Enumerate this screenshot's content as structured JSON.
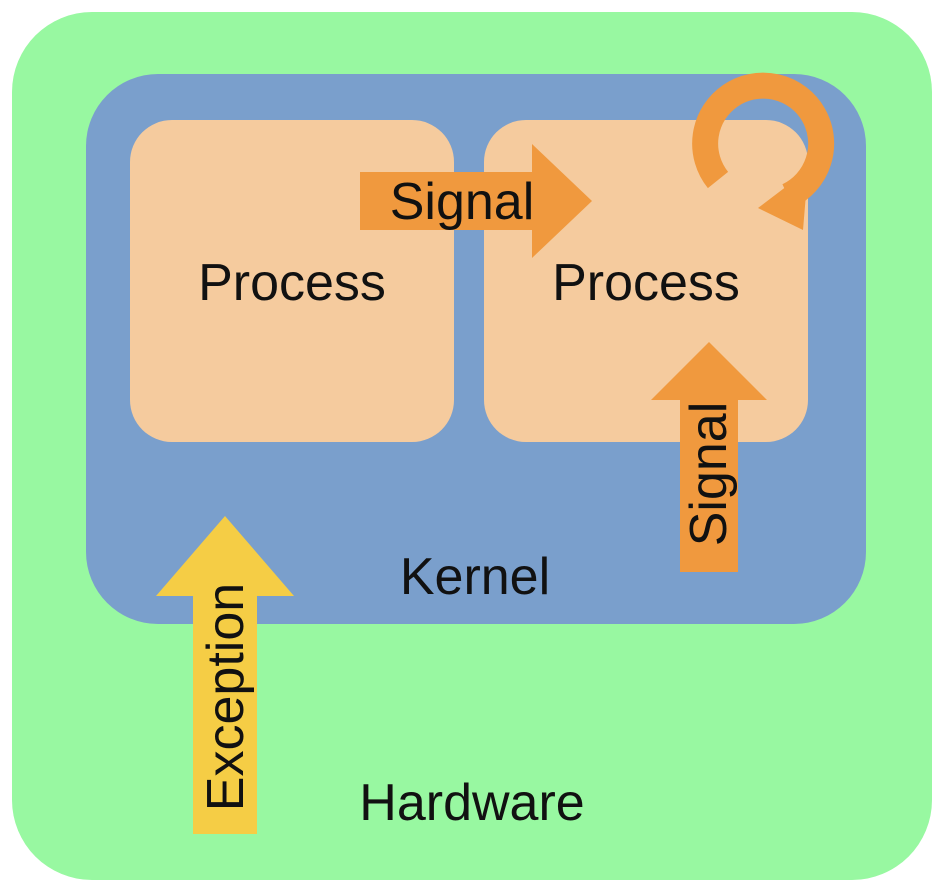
{
  "diagram": {
    "layers": {
      "hardware_label": "Hardware",
      "kernel_label": "Kernel"
    },
    "processes": [
      {
        "label": "Process"
      },
      {
        "label": "Process"
      }
    ],
    "arrows": {
      "process_signal_label": "Signal",
      "kernel_signal_label": "Signal",
      "exception_label": "Exception"
    }
  },
  "colors": {
    "hardware": "#98F8A1",
    "kernel": "#7A9FCC",
    "process": "#F5CB9E",
    "signal": "#F0993E",
    "exception": "#F5CD45"
  }
}
